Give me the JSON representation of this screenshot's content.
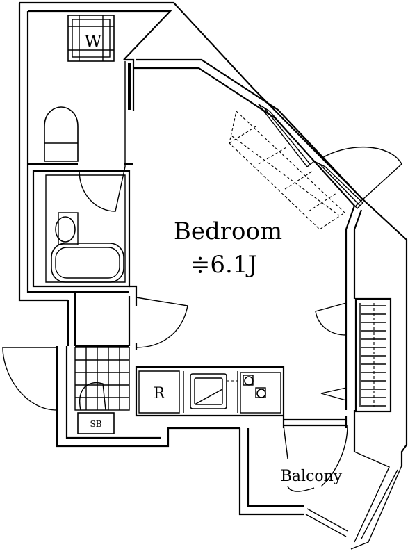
{
  "rooms": {
    "bedroom": {
      "name": "Bedroom",
      "size": "≑6.1J"
    },
    "balcony": {
      "name": "Balcony"
    }
  },
  "fixtures": {
    "washer": "W",
    "refrigerator": "R",
    "shoe_box": "SB"
  }
}
